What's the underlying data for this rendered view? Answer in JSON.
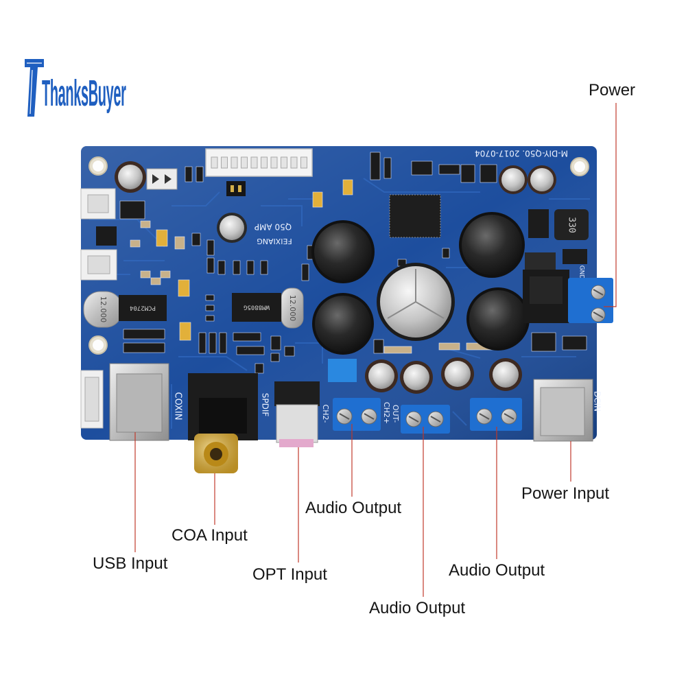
{
  "brand": {
    "logo_text": "ThanksBuyer"
  },
  "callouts": {
    "power": "Power",
    "power_input": "Power Input",
    "audio_output_a": "Audio Output",
    "coa_input": "COA Input",
    "usb_input": "USB Input",
    "opt_input": "OPT Input",
    "audio_output_b": "Audio Output",
    "audio_output_c": "Audio Output"
  },
  "board": {
    "model_marking": "M-DIY-Q50. 2017-0704",
    "amp_marking": "Q50 AMP",
    "maker_marking": "FEIXIANG",
    "coax_marking": "COXIN",
    "spdif_marking": "SPDIF",
    "ch2_minus": "CH2-",
    "ch2_plus": "CH2+",
    "out_minus": "OUT-",
    "dcin_marking": "DCIN",
    "gnd_marking": "GND",
    "crystal_left": "12.000",
    "crystal_right": "12.000",
    "usb_chip": "PCM2704",
    "spdif_chip": "WM8805G",
    "inductor": "330"
  },
  "colors": {
    "pcb": "#1d4e9e",
    "leader_line": "#c0392b",
    "terminal_block": "#1f6fd1",
    "gold_rca": "#d9a82e",
    "logo": "#1f5fc0"
  }
}
